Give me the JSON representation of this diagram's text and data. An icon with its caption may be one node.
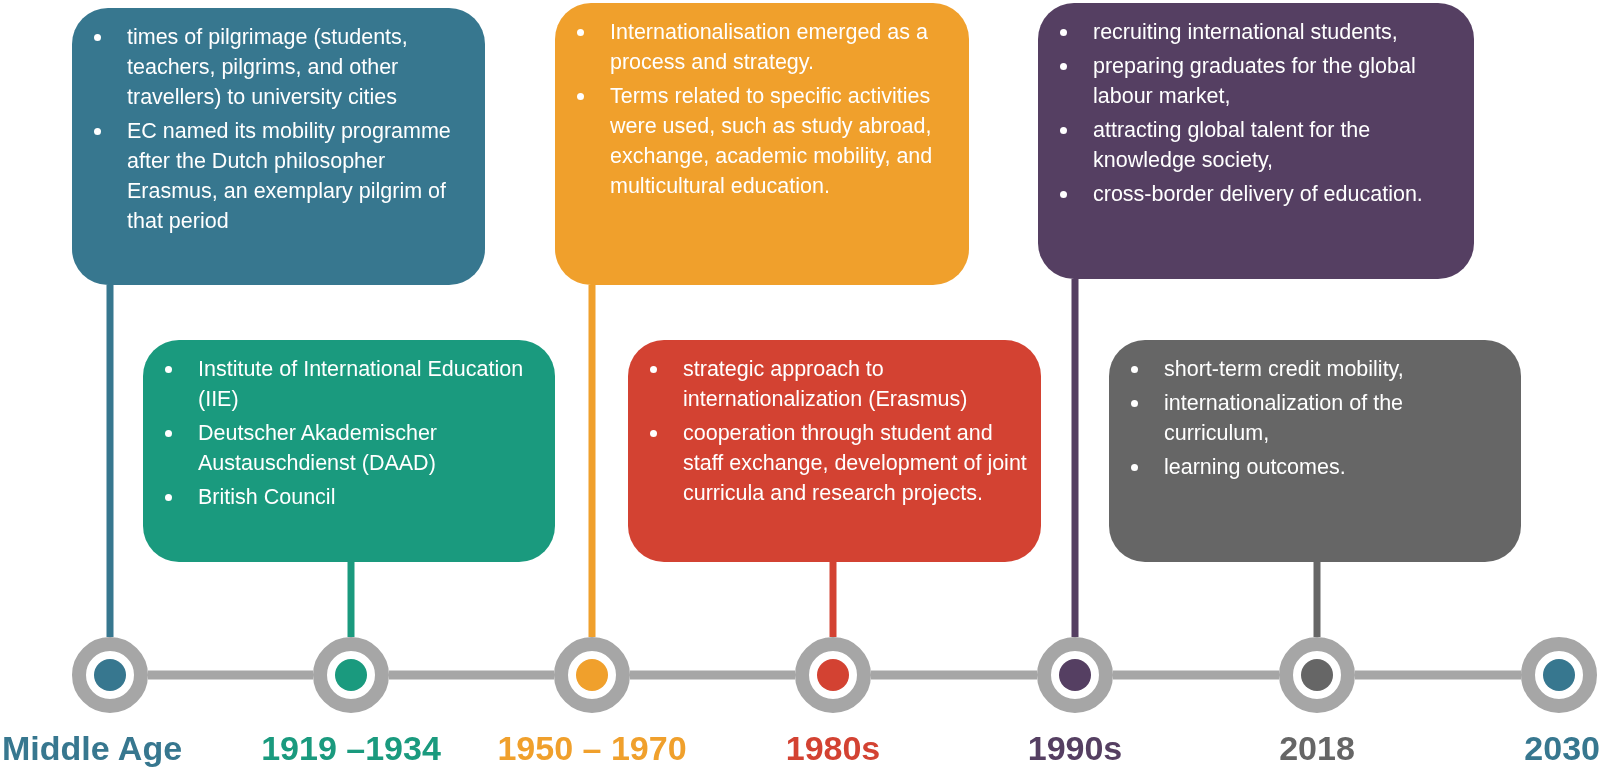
{
  "diagram": {
    "nodes": [
      {
        "text": [
          "times of pilgrimage (students, teachers, pilgrims, and other travellers) to university cities",
          "EC named its mobility programme after the Dutch philosopher Erasmus, an exemplary pilgrim of that period"
        ]
      },
      {
        "text": [
          "Institute of International Education (IIE)",
          "Deutscher Akademischer Austauschdienst (DAAD)",
          "British Council"
        ]
      },
      {
        "text": [
          "Internationalisation emerged as a process and strategy.",
          "Terms related to specific activities were used, such as study abroad, exchange, academic mobility, and multicultural education."
        ]
      },
      {
        "text": [
          "strategic approach to internationalization (Erasmus)",
          "cooperation through student and staff exchange, development of joint curricula and research projects."
        ]
      },
      {
        "text": [
          "recruiting international students,",
          "preparing graduates for the global labour market,",
          "attracting global talent for the knowledge society,",
          "cross-border delivery of education."
        ]
      },
      {
        "text": [
          "short-term credit mobility,",
          "internationalization of the curriculum,",
          "learning outcomes."
        ]
      },
      {
        "text": [],
        "shape": "circle",
        "beside": [
          "Middle Age"
        ]
      },
      {
        "text": [],
        "shape": "circle",
        "beside": [
          "1919 –1934"
        ]
      },
      {
        "text": [],
        "shape": "circle",
        "beside": [
          "1950 – 1970"
        ]
      },
      {
        "text": [],
        "shape": "circle",
        "beside": [
          "1980s"
        ]
      },
      {
        "text": [],
        "shape": "circle",
        "beside": [
          "1990s"
        ]
      },
      {
        "text": [],
        "shape": "circle",
        "beside": [
          "2018"
        ]
      },
      {
        "text": [],
        "shape": "circle",
        "beside": [
          "2030"
        ]
      }
    ],
    "edges": [
      {
        "from": 0,
        "to": 6,
        "arrow": "none",
        "color": "#37778f"
      },
      {
        "from": 1,
        "to": 7,
        "arrow": "none",
        "color": "#1a9a7e"
      },
      {
        "from": 2,
        "to": 8,
        "arrow": "none",
        "color": "#f0a02c"
      },
      {
        "from": 3,
        "to": 9,
        "arrow": "none",
        "color": "#d34232"
      },
      {
        "from": 4,
        "to": 10,
        "arrow": "none",
        "color": "#553f62"
      },
      {
        "from": 5,
        "to": 11,
        "arrow": "none",
        "color": "#666666"
      },
      {
        "from": 6,
        "to": 7,
        "arrow": "none"
      },
      {
        "from": 7,
        "to": 8,
        "arrow": "none"
      },
      {
        "from": 8,
        "to": 9,
        "arrow": "none"
      },
      {
        "from": 9,
        "to": 10,
        "arrow": "none"
      },
      {
        "from": 10,
        "to": 11,
        "arrow": "none"
      },
      {
        "from": 11,
        "to": 12,
        "arrow": "none"
      }
    ]
  }
}
